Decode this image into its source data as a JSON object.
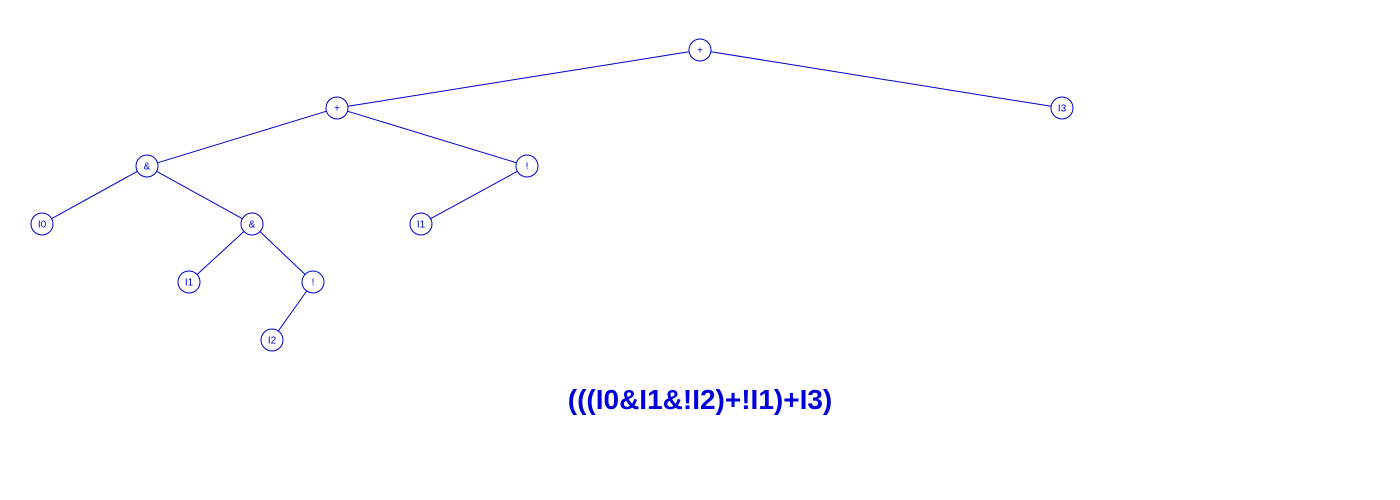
{
  "colors": {
    "ink": "#0000cc",
    "expression": "#0000dd",
    "node_fill": "#ffffff"
  },
  "tree": {
    "nodes": [
      {
        "id": "n0",
        "label": "+",
        "kind": "or"
      },
      {
        "id": "n1",
        "label": "+",
        "kind": "or"
      },
      {
        "id": "n2",
        "label": "I3",
        "kind": "input"
      },
      {
        "id": "n3",
        "label": "&",
        "kind": "and"
      },
      {
        "id": "n4",
        "label": "!",
        "kind": "not"
      },
      {
        "id": "n5",
        "label": "I0",
        "kind": "input"
      },
      {
        "id": "n6",
        "label": "&",
        "kind": "and"
      },
      {
        "id": "n7",
        "label": "I1",
        "kind": "input"
      },
      {
        "id": "n8",
        "label": "I1",
        "kind": "input"
      },
      {
        "id": "n9",
        "label": "!",
        "kind": "not"
      },
      {
        "id": "n10",
        "label": "I2",
        "kind": "input"
      }
    ],
    "edges": [
      [
        "n0",
        "n1"
      ],
      [
        "n0",
        "n2"
      ],
      [
        "n1",
        "n3"
      ],
      [
        "n1",
        "n4"
      ],
      [
        "n3",
        "n5"
      ],
      [
        "n3",
        "n6"
      ],
      [
        "n4",
        "n7"
      ],
      [
        "n6",
        "n8"
      ],
      [
        "n6",
        "n9"
      ],
      [
        "n9",
        "n10"
      ]
    ]
  },
  "expression": "(((I0&I1&!I2)+!I1)+I3)"
}
